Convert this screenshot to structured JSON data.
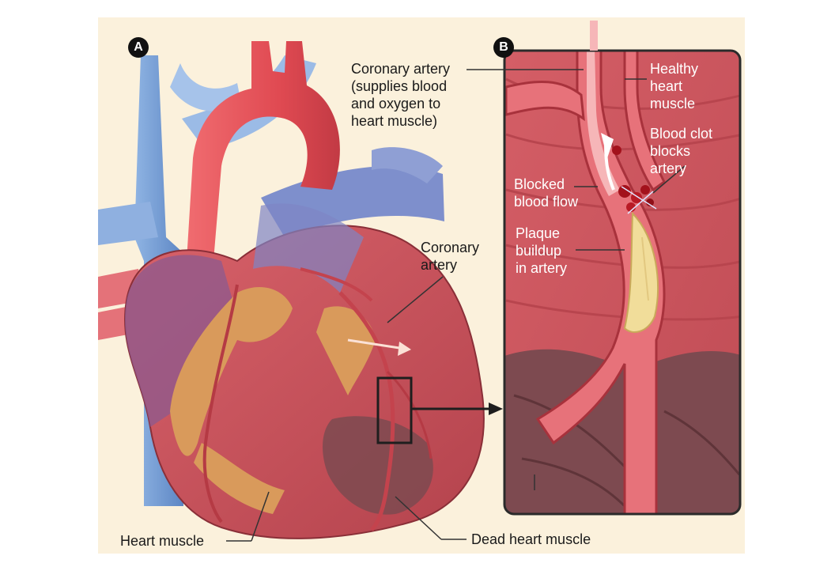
{
  "panels": {
    "a": "A",
    "b": "B"
  },
  "labels": {
    "coronary_artery_main": "Coronary artery\n(supplies blood\nand oxygen to\nheart muscle)",
    "coronary_artery_heart": "Coronary\nartery",
    "heart_muscle": "Heart muscle",
    "dead_heart_muscle": "Dead heart muscle",
    "healthy_heart_muscle": "Healthy\nheart\nmuscle",
    "blood_clot": "Blood clot\nblocks\nartery",
    "blocked_blood_flow": "Blocked\nblood flow",
    "plaque_buildup": "Plaque\nbuildup\nin artery"
  },
  "colors": {
    "background_panel": "#fbf1dc",
    "vein_blue": "#7aa3d6",
    "aorta_red": "#e8525b",
    "heart_muscle": "#c9515a",
    "fat_tan": "#d99a5b",
    "dead_tissue": "#7d4a50",
    "plaque": "#f1dd9a",
    "inset_border": "#2b2b2b"
  }
}
